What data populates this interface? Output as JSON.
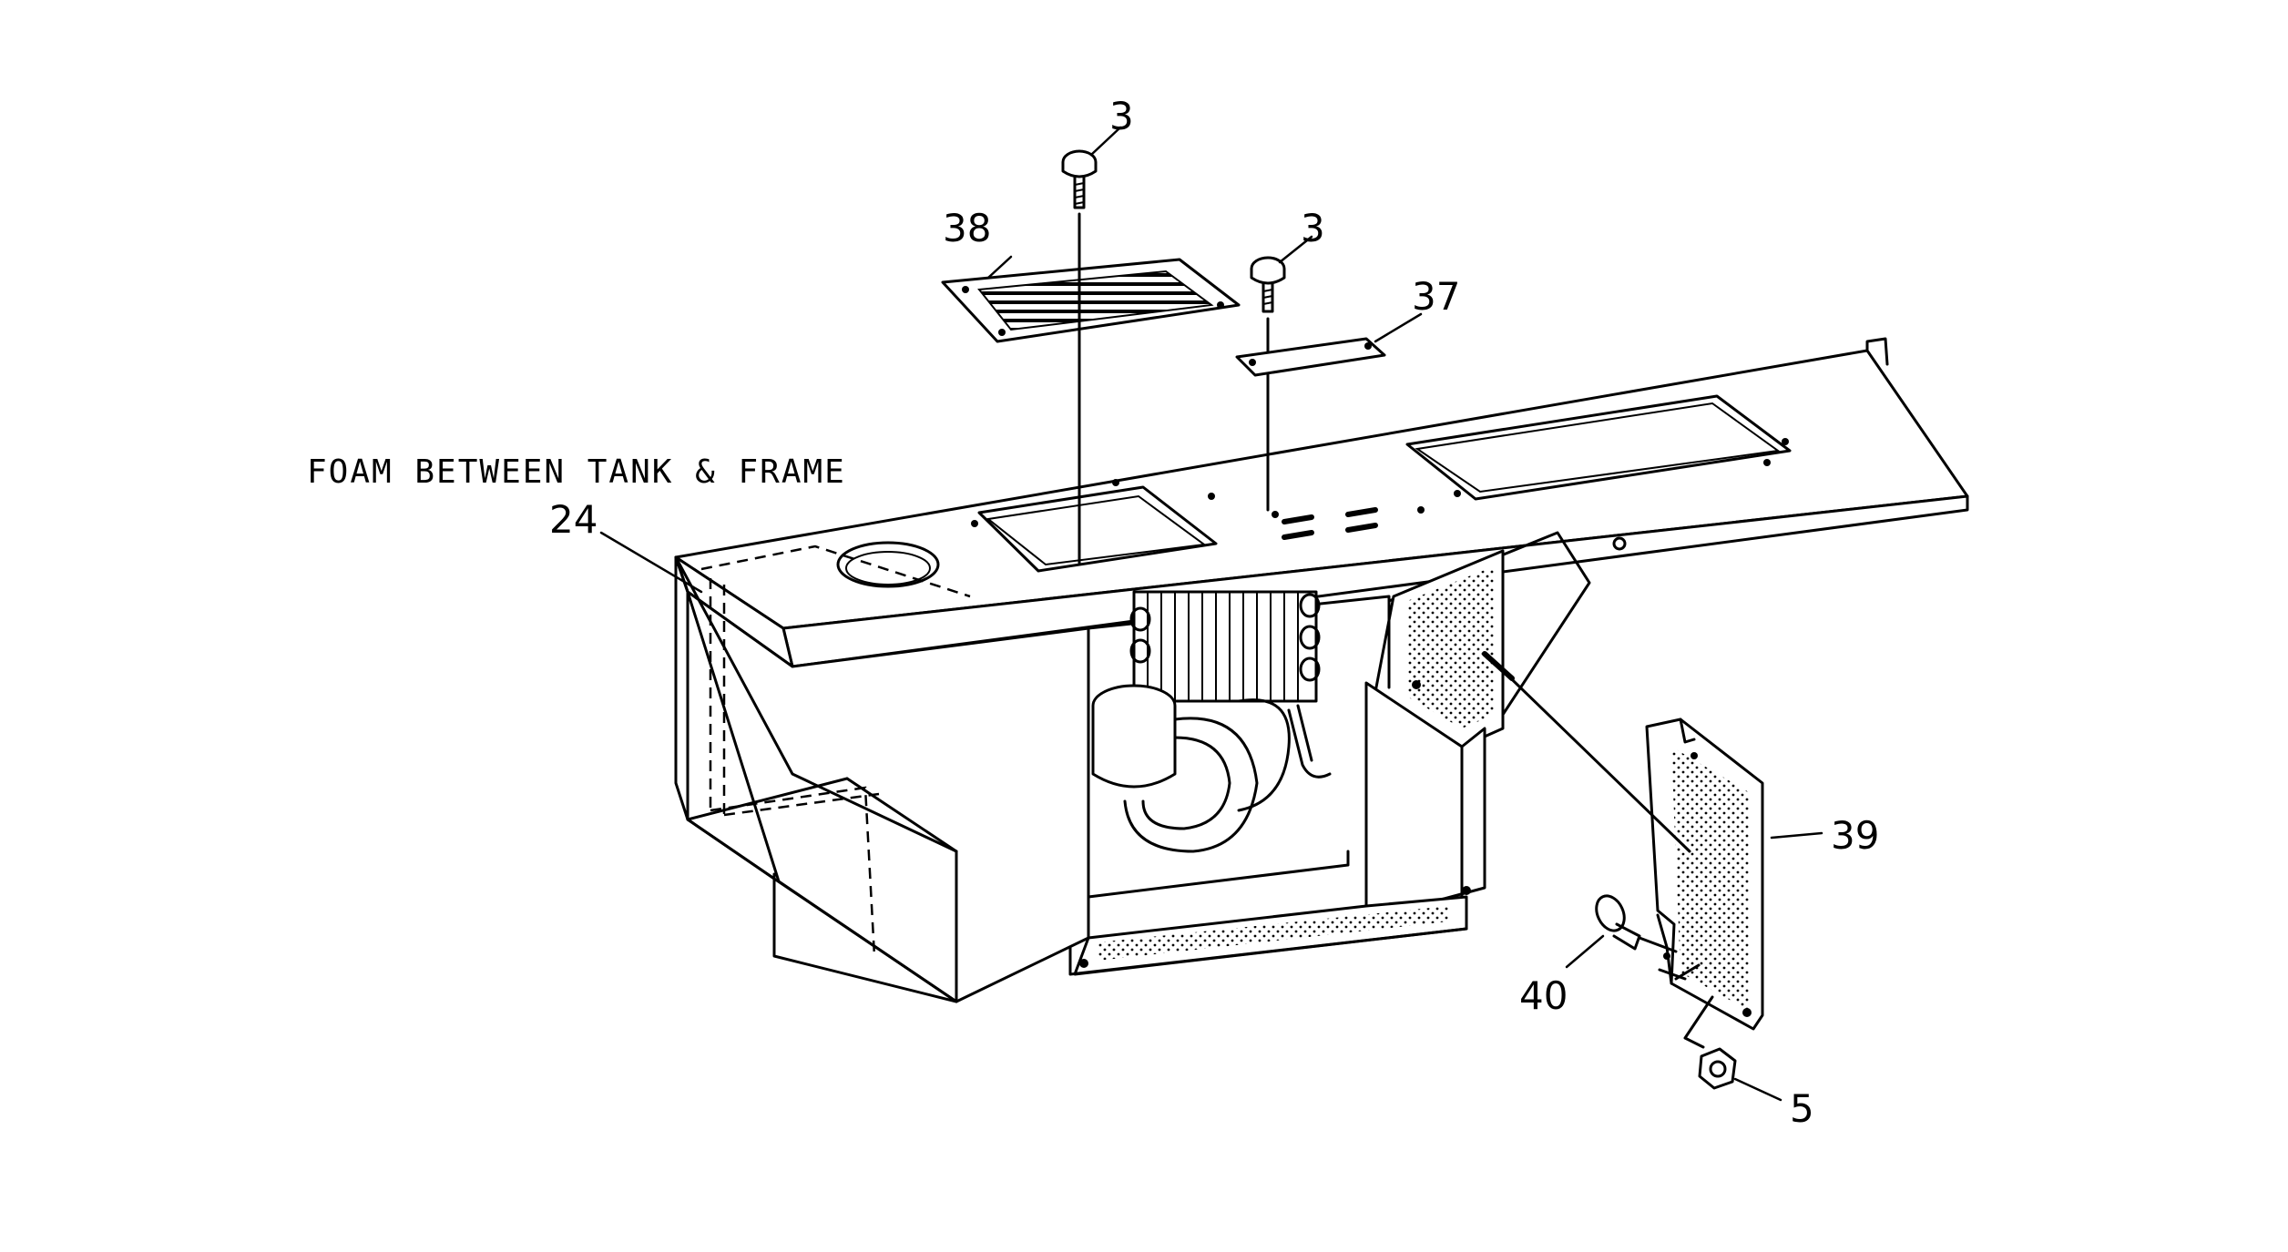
{
  "labels": {
    "screw_left": "3",
    "screw_right": "3",
    "grille": "38",
    "plate": "37",
    "note": "FOAM BETWEEN TANK & FRAME",
    "foam": "24",
    "panel": "39",
    "bolt": "40",
    "nut": "5"
  }
}
